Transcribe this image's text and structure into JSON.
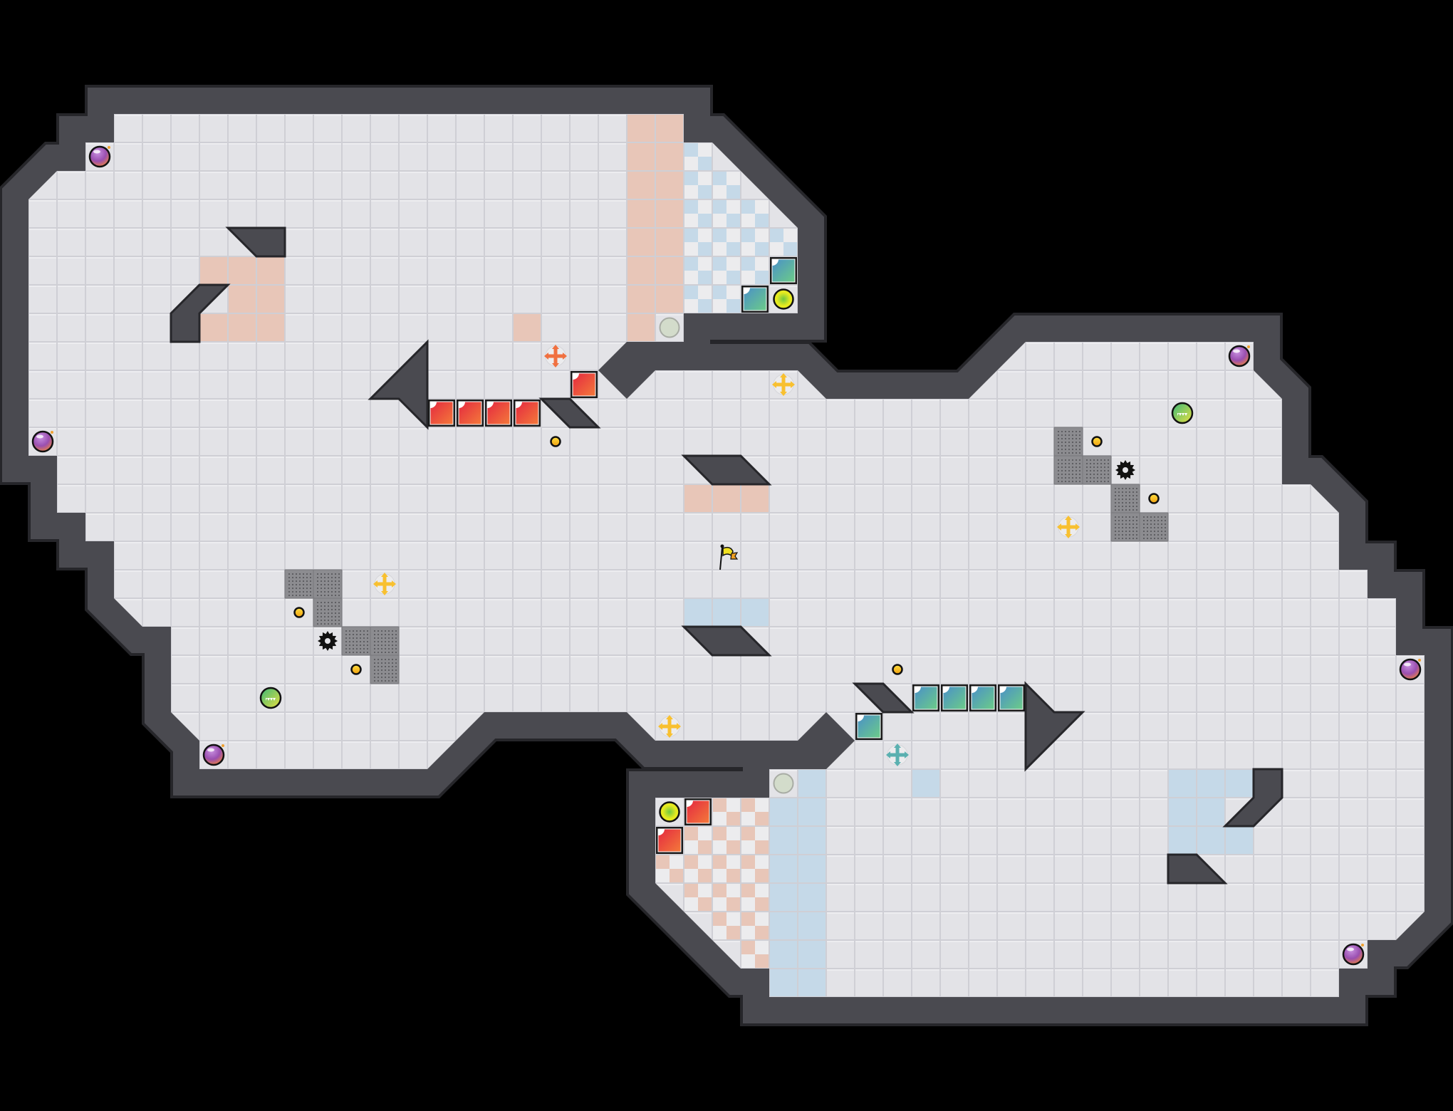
{
  "game": {
    "view": "puzzle-level-map",
    "colors": {
      "background": "#000000",
      "wall": "#4a4a50",
      "wall_edge": "#26262a",
      "floor": "#e3e3e7",
      "floor_grid": "#cfcfd5",
      "pink_zone": "#e8c6b8",
      "blue_zone": "#c5d9e8",
      "mesh_block": "#8c8c90",
      "red_block": "#e8403a",
      "teal_block": "#4fa0b8",
      "target": "#e8e820",
      "bubble": "#a05ab0",
      "coin": "#f5c020"
    },
    "piece_types": [
      "bubble-enemy",
      "green-chomper",
      "coin",
      "gear-hazard",
      "move-cross",
      "red-block",
      "teal-block",
      "target-switch",
      "grey-switch",
      "goal-flag",
      "mesh-block"
    ]
  }
}
